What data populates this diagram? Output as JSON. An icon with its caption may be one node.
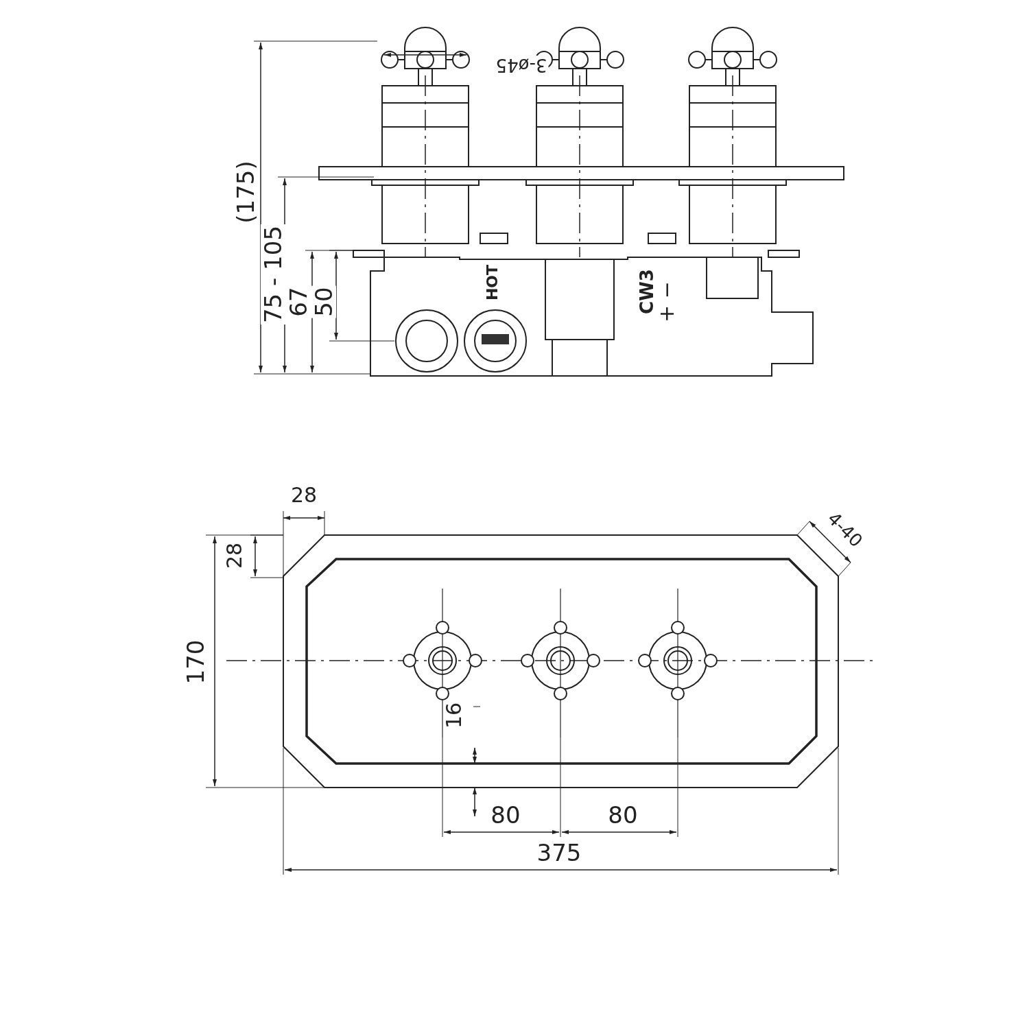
{
  "diagram": {
    "labels": [
      "3-ø45",
      "(175)",
      "75 - 105",
      "67",
      "50",
      "HOT",
      "CW3",
      "+ −",
      "28",
      "28",
      "4-40",
      "170",
      "16",
      "80",
      "80",
      "375"
    ]
  }
}
